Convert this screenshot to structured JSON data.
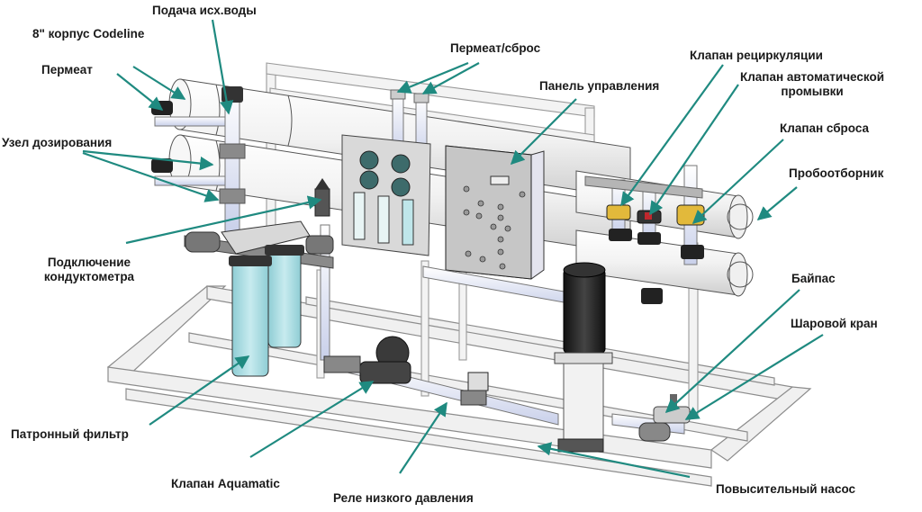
{
  "diagram": {
    "title": "Установка обратного осмоса — схема компонентов",
    "arrow_color": "#1f8a80",
    "labels": {
      "feed_water": "Подача исх.воды",
      "codeline_housing": "8\" корпус Codeline",
      "permeate": "Пермеат",
      "dosing_unit": "Узел дозирования",
      "permeate_drain": "Пермеат/сброс",
      "control_panel": "Панель управления",
      "recirculation_valve": "Клапан рециркуляции",
      "auto_flush_valve_line1": "Клапан автоматической",
      "auto_flush_valve_line2": "промывки",
      "drain_valve": "Клапан сброса",
      "sampler": "Пробоотборник",
      "conductivity_line1": "Подключение",
      "conductivity_line2": "кондуктометра",
      "bypass": "Байпас",
      "ball_valve": "Шаровой кран",
      "cartridge_filter": "Патронный фильтр",
      "aquamatic_valve": "Клапан Aquamatic",
      "low_pressure_relay": "Реле низкого давления",
      "booster_pump": "Повысительный насос"
    },
    "colors": {
      "frame": "#eeeeee",
      "frame_edge": "#9a9a9a",
      "vessel": "#f4f4f4",
      "pipe": "#e8ecfa",
      "fitting": "#555555",
      "valve_yellow": "#e2b93b",
      "filter_blue": "#a9dbe0",
      "panel": "#c8c8c8",
      "motor": "#222222"
    }
  }
}
